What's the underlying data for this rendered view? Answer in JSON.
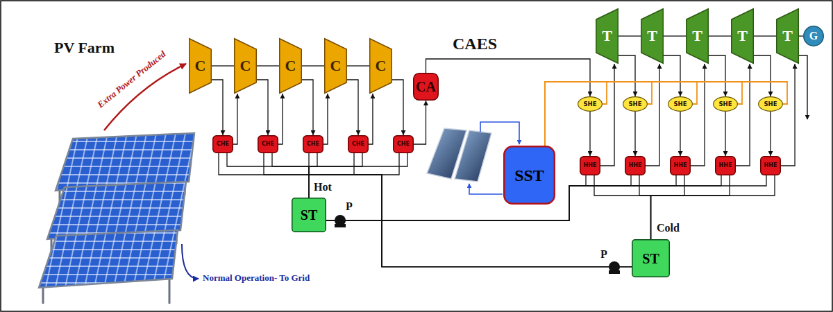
{
  "diagram": {
    "nodes": [
      {
        "text": [
          "C"
        ]
      },
      {
        "text": [
          "C"
        ]
      },
      {
        "text": [
          "C"
        ]
      },
      {
        "text": [
          "C"
        ]
      },
      {
        "text": [
          "C"
        ]
      },
      {
        "text": [
          "CHE"
        ]
      },
      {
        "text": [
          "CHE"
        ]
      },
      {
        "text": [
          "CHE"
        ]
      },
      {
        "text": [
          "CHE"
        ]
      },
      {
        "text": [
          "CHE"
        ]
      },
      {
        "text": [
          "CA"
        ]
      },
      {
        "text": [
          "SST"
        ]
      },
      {
        "text": [
          "T"
        ]
      },
      {
        "text": [
          "T"
        ]
      },
      {
        "text": [
          "T"
        ]
      },
      {
        "text": [
          "T"
        ]
      },
      {
        "text": [
          "T"
        ]
      },
      {
        "text": [
          "G"
        ]
      },
      {
        "text": [
          "SHE"
        ]
      },
      {
        "text": [
          "SHE"
        ]
      },
      {
        "text": [
          "SHE"
        ]
      },
      {
        "text": [
          "SHE"
        ]
      },
      {
        "text": [
          "SHE"
        ]
      },
      {
        "text": [
          "HHE"
        ]
      },
      {
        "text": [
          "HHE"
        ]
      },
      {
        "text": [
          "HHE"
        ]
      },
      {
        "text": [
          "HHE"
        ]
      },
      {
        "text": [
          "HHE"
        ]
      },
      {
        "text": [
          "ST"
        ]
      },
      {
        "text": [
          "ST"
        ]
      }
    ],
    "edges": [
      {
        "from": 0,
        "to": 1,
        "arrow": "none"
      },
      {
        "from": 1,
        "to": 2,
        "arrow": "none"
      },
      {
        "from": 2,
        "to": 3,
        "arrow": "none"
      },
      {
        "from": 3,
        "to": 4,
        "arrow": "none"
      },
      {
        "from": 0,
        "to": 5,
        "arrow": "to"
      },
      {
        "from": 1,
        "to": 6,
        "arrow": "to"
      },
      {
        "from": 2,
        "to": 7,
        "arrow": "to"
      },
      {
        "from": 3,
        "to": 8,
        "arrow": "to"
      },
      {
        "from": 4,
        "to": 9,
        "arrow": "to"
      },
      {
        "from": 5,
        "to": 1,
        "arrow": "to"
      },
      {
        "from": 6,
        "to": 2,
        "arrow": "to"
      },
      {
        "from": 7,
        "to": 3,
        "arrow": "to"
      },
      {
        "from": 8,
        "to": 4,
        "arrow": "to"
      },
      {
        "from": 9,
        "to": 10,
        "arrow": "to"
      },
      {
        "from": 10,
        "to": 18,
        "arrow": "to"
      },
      {
        "from": 12,
        "to": 13,
        "arrow": "none"
      },
      {
        "from": 13,
        "to": 14,
        "arrow": "none"
      },
      {
        "from": 14,
        "to": 15,
        "arrow": "none"
      },
      {
        "from": 15,
        "to": 16,
        "arrow": "none"
      },
      {
        "from": 16,
        "to": 17,
        "arrow": "none"
      },
      {
        "from": 18,
        "to": 23,
        "arrow": "to"
      },
      {
        "from": 19,
        "to": 24,
        "arrow": "to"
      },
      {
        "from": 20,
        "to": 25,
        "arrow": "to"
      },
      {
        "from": 21,
        "to": 26,
        "arrow": "to"
      },
      {
        "from": 22,
        "to": 27,
        "arrow": "to"
      },
      {
        "from": 23,
        "to": 12,
        "arrow": "to"
      },
      {
        "from": 24,
        "to": 13,
        "arrow": "to"
      },
      {
        "from": 25,
        "to": 14,
        "arrow": "to"
      },
      {
        "from": 26,
        "to": 15,
        "arrow": "to"
      },
      {
        "from": 27,
        "to": 16,
        "arrow": "to"
      },
      {
        "from": 12,
        "to": 19,
        "arrow": "to"
      },
      {
        "from": 13,
        "to": 20,
        "arrow": "to"
      },
      {
        "from": 14,
        "to": 21,
        "arrow": "to"
      },
      {
        "from": 15,
        "to": 22,
        "arrow": "to"
      },
      {
        "from": 11,
        "to": 18,
        "arrow": "none"
      },
      {
        "from": 11,
        "to": 19,
        "arrow": "none"
      },
      {
        "from": 11,
        "to": 20,
        "arrow": "none"
      },
      {
        "from": 11,
        "to": 21,
        "arrow": "none"
      },
      {
        "from": 11,
        "to": 22,
        "arrow": "none"
      },
      {
        "from": 5,
        "to": 28,
        "arrow": "none"
      },
      {
        "from": 6,
        "to": 28,
        "arrow": "none"
      },
      {
        "from": 7,
        "to": 28,
        "arrow": "none"
      },
      {
        "from": 8,
        "to": 28,
        "arrow": "none"
      },
      {
        "from": 9,
        "to": 28,
        "arrow": "none"
      },
      {
        "from": 28,
        "to": 23,
        "arrow": "none"
      },
      {
        "from": 28,
        "to": 24,
        "arrow": "none"
      },
      {
        "from": 28,
        "to": 25,
        "arrow": "none"
      },
      {
        "from": 28,
        "to": 26,
        "arrow": "none"
      },
      {
        "from": 28,
        "to": 27,
        "arrow": "none"
      },
      {
        "from": 23,
        "to": 29,
        "arrow": "none"
      },
      {
        "from": 24,
        "to": 29,
        "arrow": "none"
      },
      {
        "from": 25,
        "to": 29,
        "arrow": "none"
      },
      {
        "from": 26,
        "to": 29,
        "arrow": "none"
      },
      {
        "from": 27,
        "to": 29,
        "arrow": "none"
      },
      {
        "from": 29,
        "to": 5,
        "arrow": "none"
      },
      {
        "from": 29,
        "to": 6,
        "arrow": "none"
      },
      {
        "from": 29,
        "to": 7,
        "arrow": "none"
      },
      {
        "from": 29,
        "to": 8,
        "arrow": "none"
      },
      {
        "from": 29,
        "to": 9,
        "arrow": "none"
      }
    ],
    "labels": [
      "PV Farm",
      "Extra Power Produced",
      "Normal Operation- To Grid",
      "CAES",
      "Hot",
      "P",
      "Cold",
      "P"
    ]
  }
}
